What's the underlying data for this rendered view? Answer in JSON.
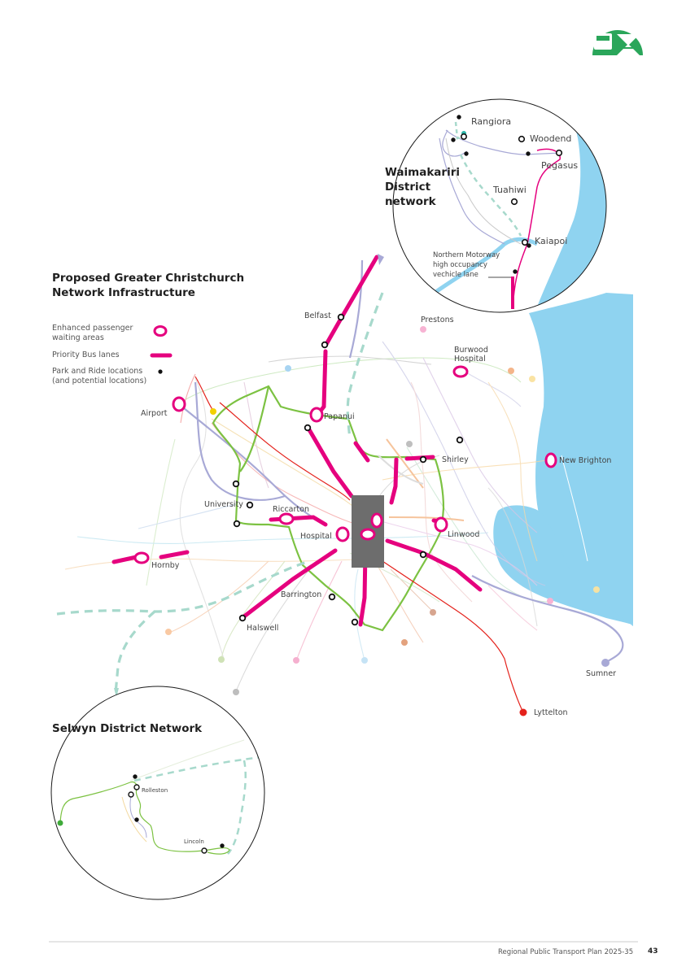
{
  "logo": {
    "icon": "transport-logo-icon",
    "color": "#2aa65a"
  },
  "main_map": {
    "title_line1": "Proposed Greater Christchurch",
    "title_line2": "Network Infrastructure",
    "legend": {
      "enhanced_line1": "Enhanced passenger",
      "enhanced_line2": "waiting areas",
      "priority": "Priority Bus lanes",
      "park_line1": "Park and Ride locations",
      "park_line2": "(and potential locations)"
    },
    "places": {
      "belfast": "Belfast",
      "prestons": "Prestons",
      "burwood_line1": "Burwood",
      "burwood_line2": "Hospital",
      "airport": "Airport",
      "papanui": "Papanui",
      "shirley": "Shirley",
      "new_brighton": "New Brighton",
      "university": "University",
      "riccarton": "Riccarton",
      "hospital": "Hospital",
      "linwood": "Linwood",
      "hornby": "Hornby",
      "barrington": "Barrington",
      "halswell": "Halswell",
      "sumner": "Sumner",
      "lyttelton": "Lyttelton"
    }
  },
  "waimakariri": {
    "title_line1": "Waimakariri",
    "title_line2": "District",
    "title_line3": "network",
    "places": {
      "rangiora": "Rangiora",
      "woodend": "Woodend",
      "pegasus": "Pegasus",
      "tuahiwi": "Tuahiwi",
      "kaiapoi": "Kaiapoi"
    },
    "motorway_line1": "Northern Motorway",
    "motorway_line2": "high occupancy",
    "motorway_line3": "vechicle lane"
  },
  "selwyn": {
    "title": "Selwyn District Network",
    "places": {
      "rolleston": "Rolleston",
      "lincoln": "Lincoln"
    }
  },
  "colors": {
    "priority": "#e5007e",
    "water": "#8fd3f0",
    "green_route": "#7cc242",
    "dashed": "#a7d9cc",
    "purple_route": "#a8a9d6"
  },
  "footer": {
    "doc_title": "Regional Public Transport Plan 2025-35",
    "page": "43"
  }
}
